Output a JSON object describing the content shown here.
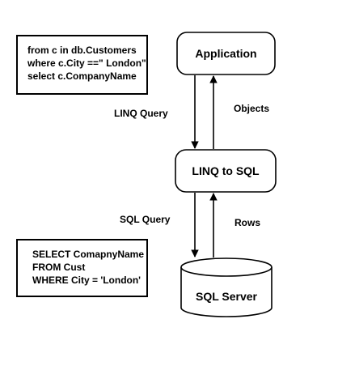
{
  "linq_code": {
    "lines": [
      "from c in db.Customers",
      "where c.City ==\" London\"",
      "select c.CompanyName"
    ]
  },
  "sql_code": {
    "lines": [
      "SELECT ComapnyName",
      "FROM Cust",
      "WHERE City = 'London'"
    ]
  },
  "nodes": {
    "application": "Application",
    "linq_to_sql": "LINQ to SQL",
    "sql_server": "SQL Server"
  },
  "arrows": {
    "linq_query": "LINQ Query",
    "objects": "Objects",
    "sql_query": "SQL Query",
    "rows": "Rows"
  }
}
